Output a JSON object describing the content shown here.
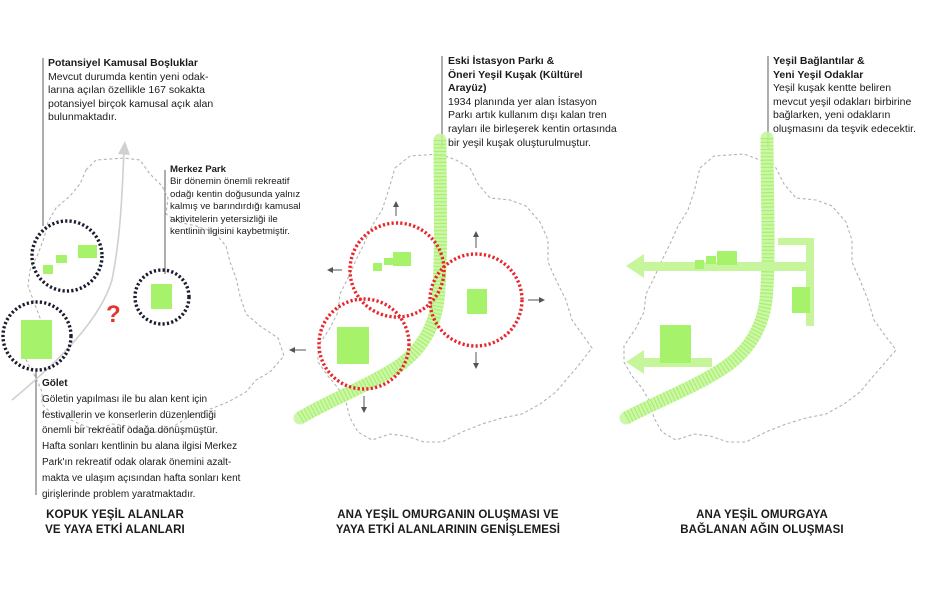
{
  "colors": {
    "green": "#a6f26a",
    "green_light": "#c6f59c",
    "dark_ring": "#1a1d2e",
    "red_ring": "#e8262c",
    "red_mark": "#e3342f",
    "outline": "#b3b3b3",
    "arrow_gray": "#d0d0d0",
    "text": "#1a1a1a"
  },
  "panel1": {
    "potential": {
      "title": "Potansiyel Kamusal Boşluklar",
      "lines": [
        "Mevcut durumda kentin yeni odak-",
        "larına açılan özellikle 167 sokakta",
        "potansiyel birçok kamusal açık alan",
        "bulunmaktadır."
      ]
    },
    "merkez": {
      "title": "Merkez Park",
      "lines": [
        "Bir dönemin önemli rekreatif",
        "odağı kentin doğusunda yalnız",
        "kalmış ve barındırdığı kamusal",
        "aktivitelerin yetersizliği ile",
        "kentlinin ilgisini kaybetmiştir."
      ]
    },
    "golet": {
      "title": "Gölet",
      "lines": [
        "Göletin yapılması ile bu alan kent için",
        "festivallerin ve konserlerin düzenlendiği",
        "önemli bir rekreatif odağa dönüşmüştür.",
        "Hafta sonları kentlinin bu alana ilgisi Merkez",
        "Park'ın rekreatif odak olarak önemini azalt-",
        "makta ve ulaşım açısından hafta sonları kent",
        "girişlerinde problem yaratmaktadır."
      ]
    },
    "question_mark": "?",
    "label": [
      "KOPUK YEŞİL ALANLAR",
      "VE YAYA ETKİ ALANLARI"
    ]
  },
  "panel2": {
    "note": {
      "title_lines": [
        "Eski İstasyon Parkı &",
        "Öneri Yeşil Kuşak (Kültürel",
        "Arayüz)"
      ],
      "lines": [
        "1934 planında yer alan İstasyon",
        "Parkı artık kullanım dışı kalan tren",
        "rayları ile birleşerek kentin ortasında",
        "bir yeşil kuşak oluşturulmuştur."
      ]
    },
    "label": [
      "ANA YEŞİL OMURGANIN OLUŞMASI VE",
      "YAYA ETKİ ALANLARININ GENİŞLEMESİ"
    ]
  },
  "panel3": {
    "note": {
      "title_lines": [
        "Yeşil Bağlantılar &",
        "Yeni Yeşil Odaklar"
      ],
      "lines": [
        "Yeşil kuşak kentte beliren",
        "mevcut yeşil odakları birbirine",
        "bağlarken, yeni odakların",
        "oluşmasını da teşvik edecektir."
      ]
    },
    "label": [
      "ANA YEŞİL OMURGAYA",
      "BAĞLANAN AĞIN OLUŞMASI"
    ]
  }
}
